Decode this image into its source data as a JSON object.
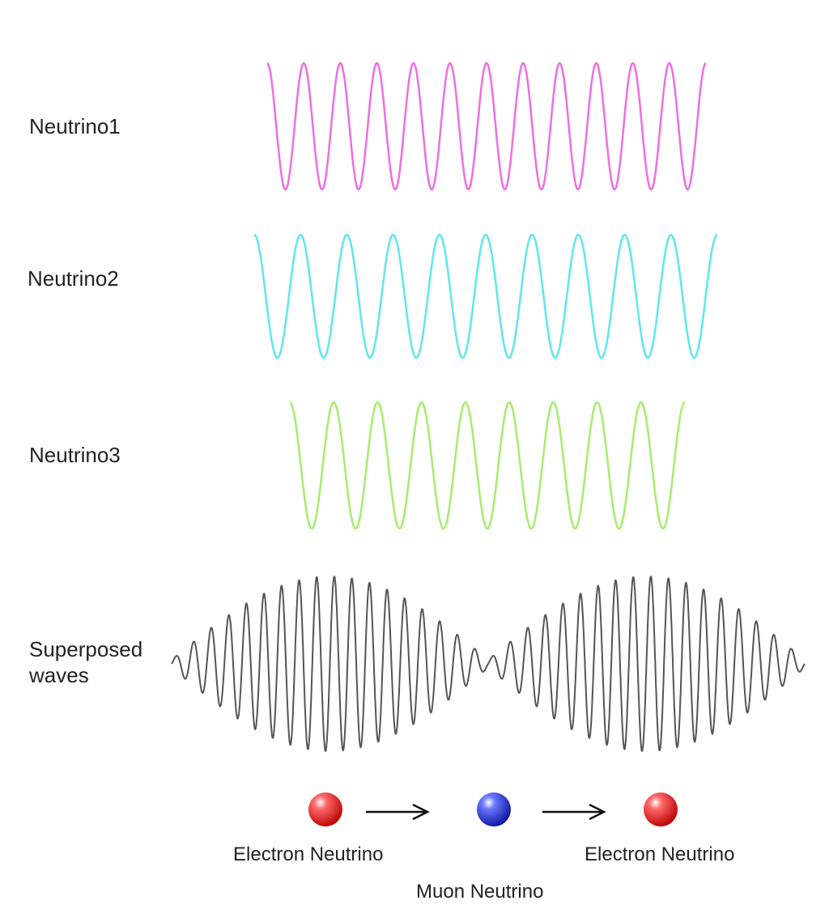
{
  "waves": [
    {
      "id": "neutrino1",
      "label": "Neutrino1",
      "color": "#ee6fe0",
      "cycles": 12
    },
    {
      "id": "neutrino2",
      "label": "Neutrino2",
      "color": "#5ee8ec",
      "cycles": 10
    },
    {
      "id": "neutrino3",
      "label": "Neutrino3",
      "color": "#a6ec6e",
      "cycles": 9
    }
  ],
  "superposed": {
    "label": "Superposed waves",
    "color": "#555555",
    "beats": 2
  },
  "sequence": [
    {
      "label": "Electron Neutrino",
      "color": "#e8262a"
    },
    {
      "label": "Muon Neutrino",
      "color": "#2632d8"
    },
    {
      "label": "Electron Neutrino",
      "color": "#e8262a"
    }
  ]
}
